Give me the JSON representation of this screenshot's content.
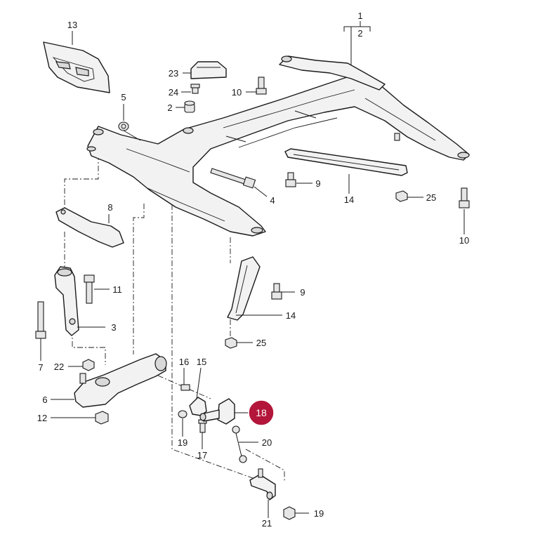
{
  "diagram": {
    "highlight_color": "#b3163a",
    "line_color": "#1a1a1a",
    "callouts": {
      "c1": "1",
      "c2": "2",
      "c2b": "2",
      "c3": "3",
      "c4": "4",
      "c5": "5",
      "c6": "6",
      "c7": "7",
      "c8": "8",
      "c9a": "9",
      "c9b": "9",
      "c10a": "10",
      "c10b": "10",
      "c11": "11",
      "c12": "12",
      "c13": "13",
      "c14a": "14",
      "c14b": "14",
      "c15": "15",
      "c16": "16",
      "c17": "17",
      "c18": "18",
      "c19a": "19",
      "c19b": "19",
      "c20": "20",
      "c21": "21",
      "c22": "22",
      "c23": "23",
      "c24": "24",
      "c25a": "25",
      "c25b": "25"
    },
    "highlighted": "18"
  }
}
